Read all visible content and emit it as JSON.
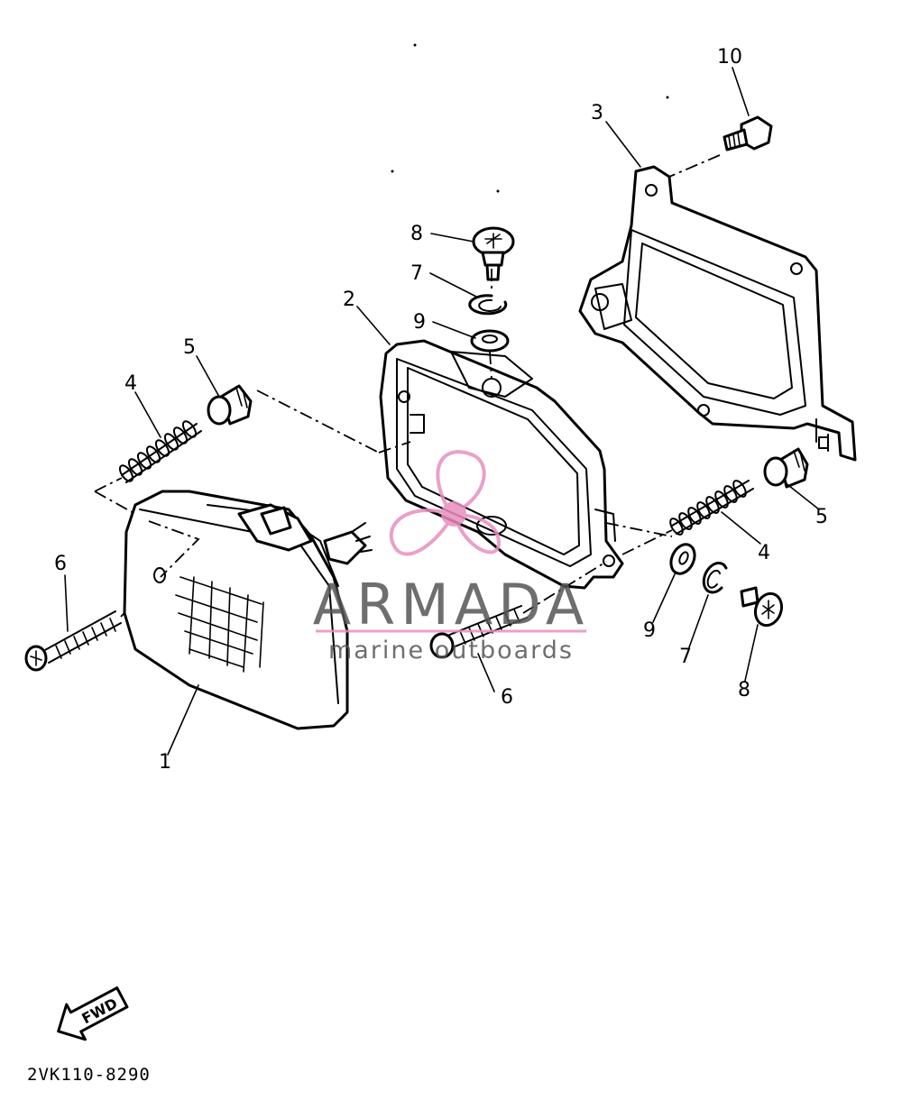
{
  "diagram": {
    "part_code": "2VK110-8290",
    "fwd_label": "FWD",
    "callouts": [
      {
        "id": "c1",
        "text": "1"
      },
      {
        "id": "c2",
        "text": "2"
      },
      {
        "id": "c3",
        "text": "3"
      },
      {
        "id": "c4a",
        "text": "4"
      },
      {
        "id": "c4b",
        "text": "4"
      },
      {
        "id": "c5a",
        "text": "5"
      },
      {
        "id": "c5b",
        "text": "5"
      },
      {
        "id": "c6a",
        "text": "6"
      },
      {
        "id": "c6b",
        "text": "6"
      },
      {
        "id": "c7a",
        "text": "7"
      },
      {
        "id": "c7b",
        "text": "7"
      },
      {
        "id": "c8a",
        "text": "8"
      },
      {
        "id": "c8b",
        "text": "8"
      },
      {
        "id": "c9a",
        "text": "9"
      },
      {
        "id": "c9b",
        "text": "9"
      },
      {
        "id": "c10",
        "text": "10"
      }
    ]
  },
  "watermark": {
    "title": "ARMADA",
    "subtitle": "marine outboards",
    "logo_color": "#e88fbf",
    "text_color": "#555555"
  }
}
